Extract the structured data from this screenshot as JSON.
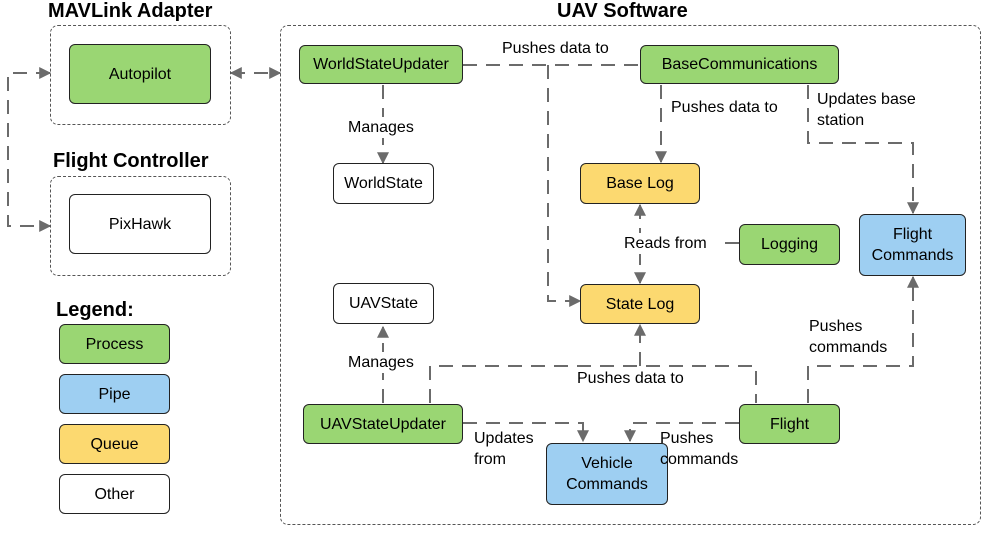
{
  "groups": {
    "mavlink": "MAVLink Adapter",
    "flight_controller": "Flight Controller",
    "uav_software": "UAV Software",
    "legend": "Legend:"
  },
  "nodes": {
    "autopilot": "Autopilot",
    "pixhawk": "PixHawk",
    "world_state_updater": "WorldStateUpdater",
    "base_communications": "BaseCommunications",
    "world_state": "WorldState",
    "base_log": "Base Log",
    "logging": "Logging",
    "flight_commands": "Flight Commands",
    "uav_state": "UAVState",
    "state_log": "State Log",
    "uav_state_updater": "UAVStateUpdater",
    "flight": "Flight",
    "vehicle_commands": "Vehicle Commands"
  },
  "legend": {
    "process": "Process",
    "pipe": "Pipe",
    "queue": "Queue",
    "other": "Other"
  },
  "edge_labels": {
    "pushes_data_to_top": "Pushes data to",
    "pushes_data_to_base": "Pushes data to",
    "updates_base_station": "Updates base station",
    "manages_world": "Manages",
    "reads_from": "Reads from",
    "pushes_commands_flight": "Pushes commands",
    "manages_uav": "Manages",
    "pushes_data_to_state": "Pushes data to",
    "updates_from": "Updates from",
    "pushes_commands_vehicle": "Pushes commands"
  },
  "colors": {
    "process": "#9ad673",
    "pipe": "#9ecff2",
    "queue": "#fcd970",
    "other": "#ffffff",
    "edge": "#6b6b6b"
  }
}
